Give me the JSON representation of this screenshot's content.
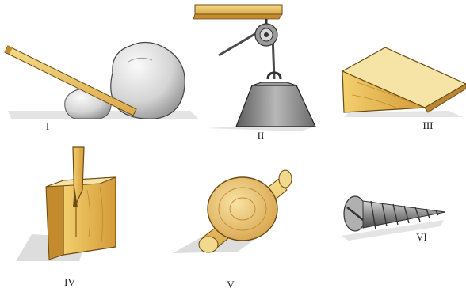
{
  "labels": {
    "lever": "I",
    "pulley": "II",
    "inclined_plane": "III",
    "wedge": "IV",
    "wheel_and_axle": "V",
    "screw": "VI"
  }
}
